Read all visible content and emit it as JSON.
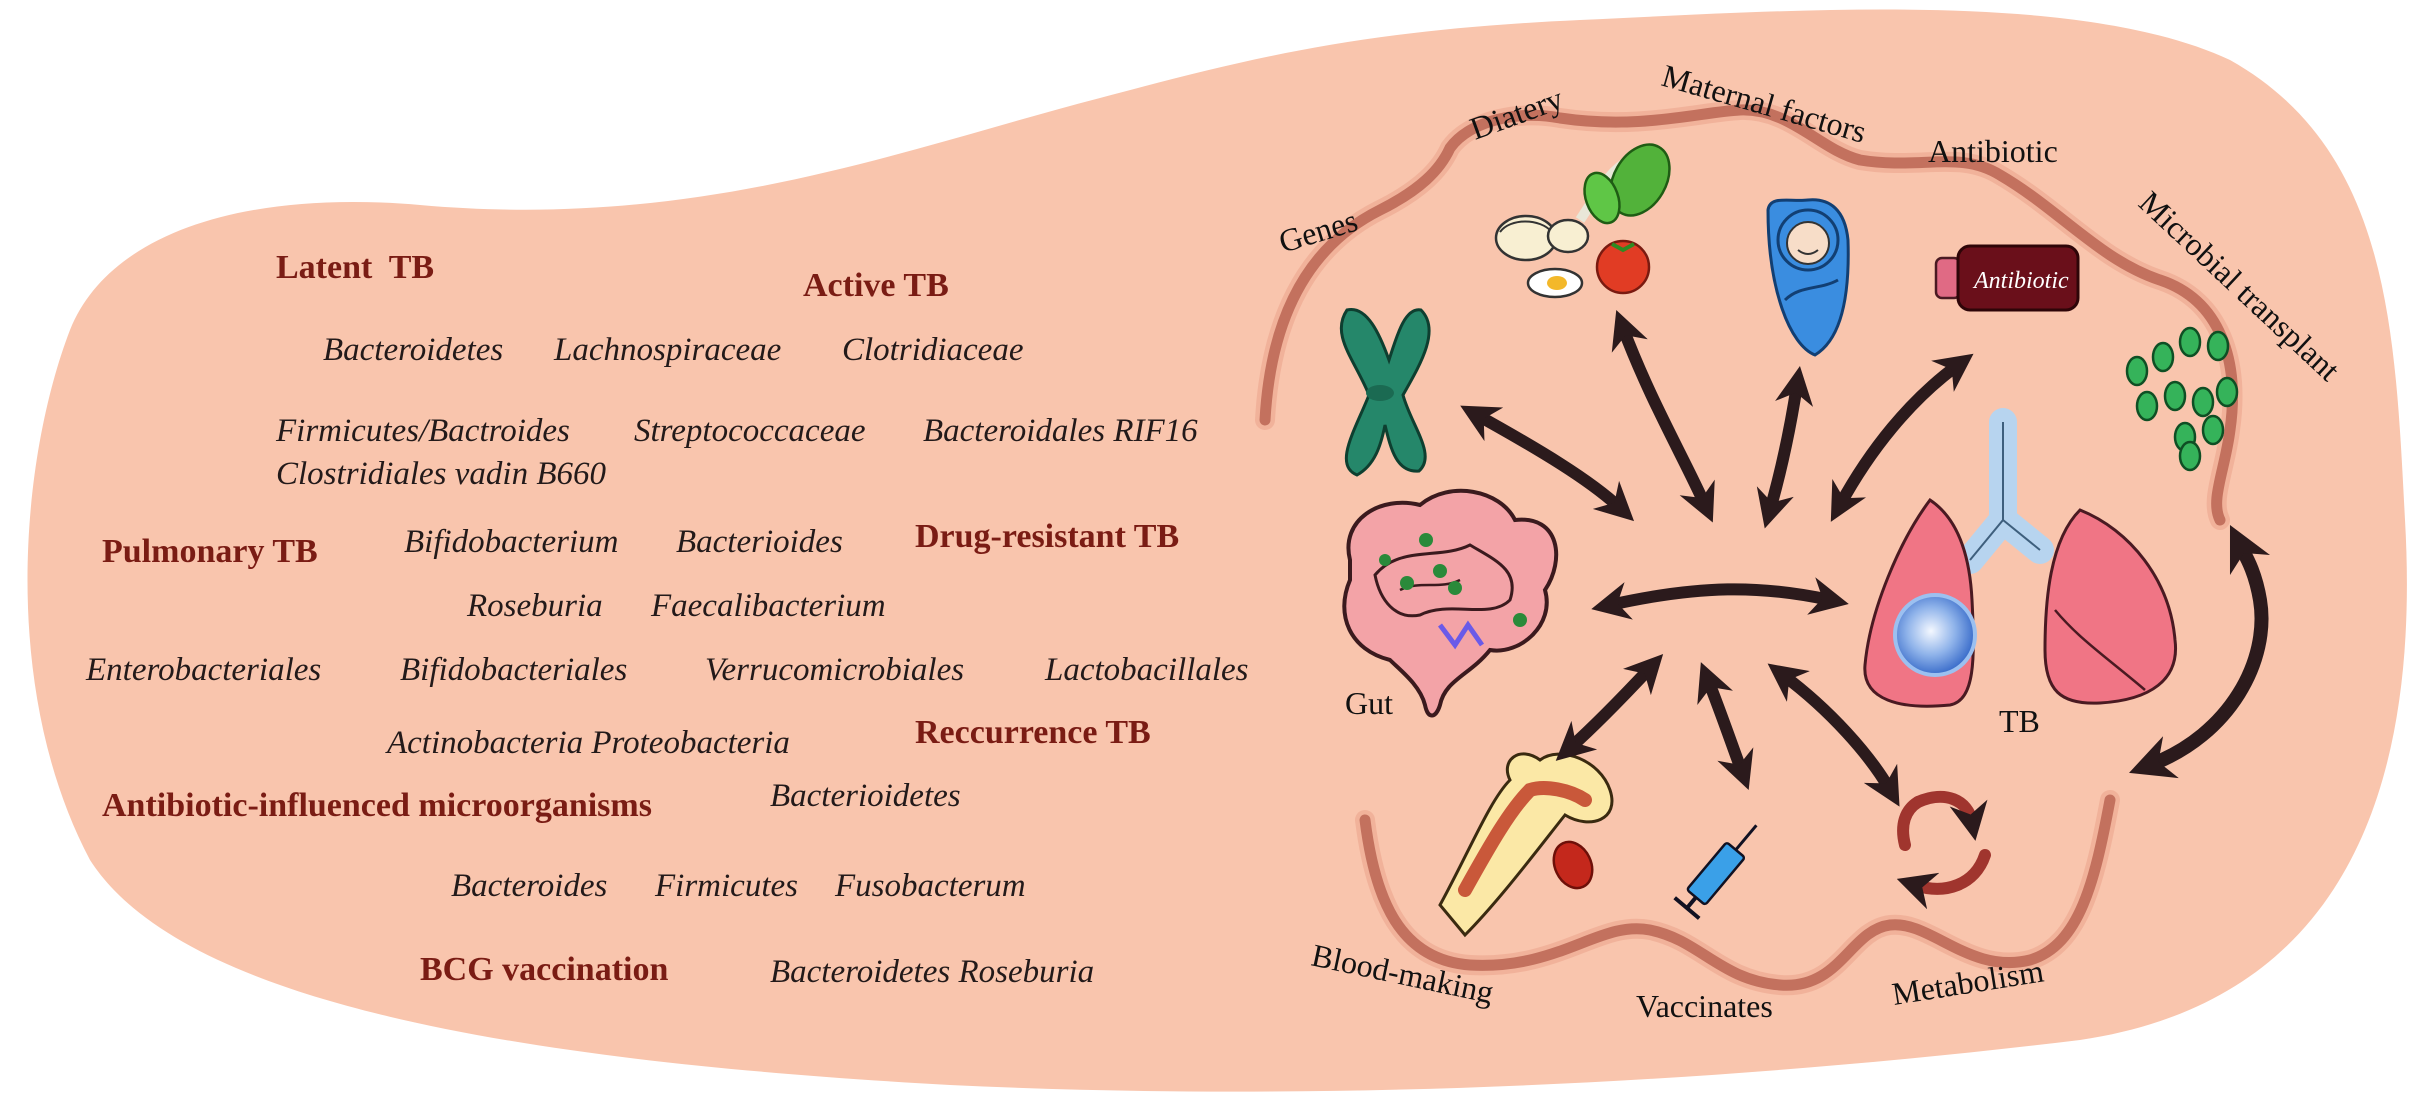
{
  "colors": {
    "background_blob": "#f9c5ad",
    "header_text": "#7a1c14",
    "body_text": "#231a1a",
    "arrow": "#2b1a1c",
    "membrane": "#a75040"
  },
  "groups": [
    {
      "header": "Latent  TB",
      "bacteria": []
    },
    {
      "header": "Active TB",
      "bacteria": [
        "Bacteroidetes",
        "Lachnospiraceae",
        "Clotridiaceae",
        "Firmicutes/Bactroides",
        "Streptococcaceae",
        "Bacteroidales RIF16",
        "Clostridiales vadin B660"
      ]
    },
    {
      "header": "Pulmonary TB",
      "bacteria": [
        "Bifidobacterium",
        "Bacterioides"
      ]
    },
    {
      "header": "Drug-resistant TB",
      "bacteria": [
        "Roseburia",
        "Faecalibacterium"
      ]
    },
    {
      "header": "",
      "bacteria": [
        "Enterobacteriales",
        "Bifidobacteriales",
        "Verrucomicrobiales",
        "Lactobacillales",
        "Actinobacteria Proteobacteria"
      ]
    },
    {
      "header": "Reccurrence TB",
      "bacteria": [
        "Bacterioidetes"
      ]
    },
    {
      "header": "Antibiotic-influenced microorganisms",
      "bacteria": [
        "Bacteroides",
        "Firmicutes",
        "Fusobacterum"
      ]
    },
    {
      "header": "BCG vaccination",
      "bacteria": [
        "Bacteroidetes Roseburia"
      ]
    }
  ],
  "factors": {
    "genes": "Genes",
    "dietary": "Diatery",
    "maternal": "Maternal factors",
    "antibiotic": "Antibiotic",
    "microbial_transplant": "Microbial transplant",
    "gut": "Gut",
    "tb": "TB",
    "blood": "Blood-making",
    "vaccinates": "Vaccinates",
    "metabolism": "Metabolism"
  },
  "bottle_label": "Antibiotic"
}
